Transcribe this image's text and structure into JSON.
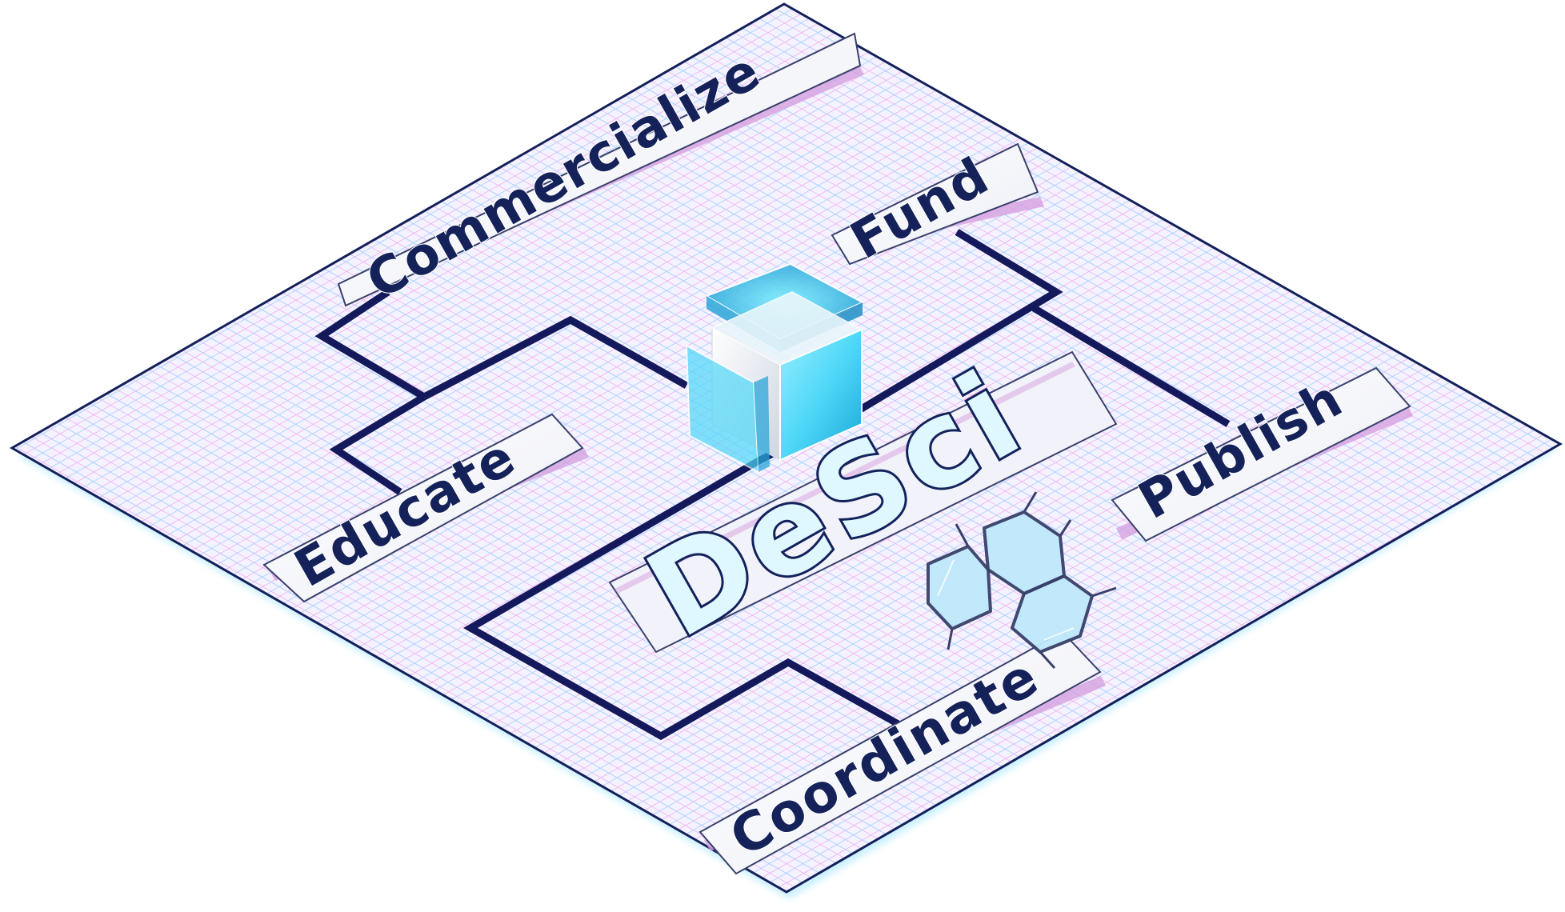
{
  "labels": {
    "commercialize": "Commercialize",
    "fund": "Fund",
    "educate": "Educate",
    "publish": "Publish",
    "coordinate": "Coordinate"
  },
  "logo": {
    "text": "DeSci"
  },
  "icons": {
    "cube": "isometric-cube-icon",
    "molecule": "molecule-icon"
  },
  "colors": {
    "board_fill": "#f4f2ff",
    "grid_pink": "#f0a8ec",
    "grid_blue": "#a8cfff",
    "border": "#14205a",
    "path": "#13195a",
    "text": "#15225a",
    "cube_cyan": "#4fd8f8"
  }
}
